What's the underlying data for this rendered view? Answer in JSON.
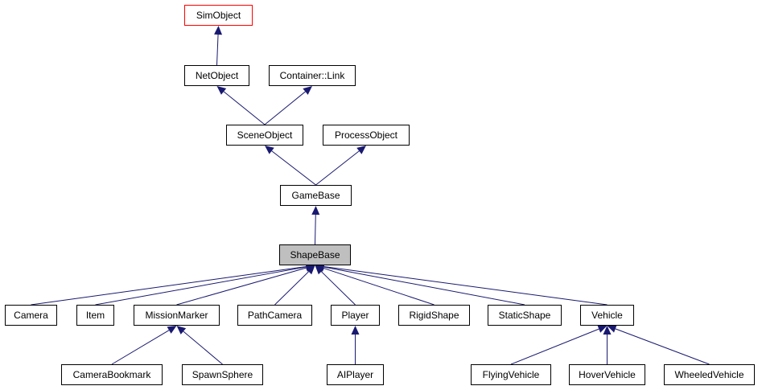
{
  "colors": {
    "edge": "#191970",
    "border": "#000000",
    "root_border": "#ff0000",
    "focus_fill": "#bfbfbf",
    "background": "#ffffff"
  },
  "nodes": {
    "simobject": "SimObject",
    "netobject": "NetObject",
    "container_link": "Container::Link",
    "sceneobject": "SceneObject",
    "processobject": "ProcessObject",
    "gamebase": "GameBase",
    "shapebase": "ShapeBase",
    "camera": "Camera",
    "item": "Item",
    "missionmarker": "MissionMarker",
    "pathcamera": "PathCamera",
    "player": "Player",
    "rigidshape": "RigidShape",
    "staticshape": "StaticShape",
    "vehicle": "Vehicle",
    "camerabookmark": "CameraBookmark",
    "spawnsphere": "SpawnSphere",
    "aiplayer": "AIPlayer",
    "flyingvehicle": "FlyingVehicle",
    "hovervehicle": "HoverVehicle",
    "wheeledvehicle": "WheeledVehicle"
  },
  "edges": [
    [
      "netobject",
      "simobject"
    ],
    [
      "sceneobject",
      "netobject"
    ],
    [
      "sceneobject",
      "container_link"
    ],
    [
      "gamebase",
      "sceneobject"
    ],
    [
      "gamebase",
      "processobject"
    ],
    [
      "shapebase",
      "gamebase"
    ],
    [
      "camera",
      "shapebase"
    ],
    [
      "item",
      "shapebase"
    ],
    [
      "missionmarker",
      "shapebase"
    ],
    [
      "pathcamera",
      "shapebase"
    ],
    [
      "player",
      "shapebase"
    ],
    [
      "rigidshape",
      "shapebase"
    ],
    [
      "staticshape",
      "shapebase"
    ],
    [
      "vehicle",
      "shapebase"
    ],
    [
      "camerabookmark",
      "missionmarker"
    ],
    [
      "spawnsphere",
      "missionmarker"
    ],
    [
      "aiplayer",
      "player"
    ],
    [
      "flyingvehicle",
      "vehicle"
    ],
    [
      "hovervehicle",
      "vehicle"
    ],
    [
      "wheeledvehicle",
      "vehicle"
    ]
  ]
}
